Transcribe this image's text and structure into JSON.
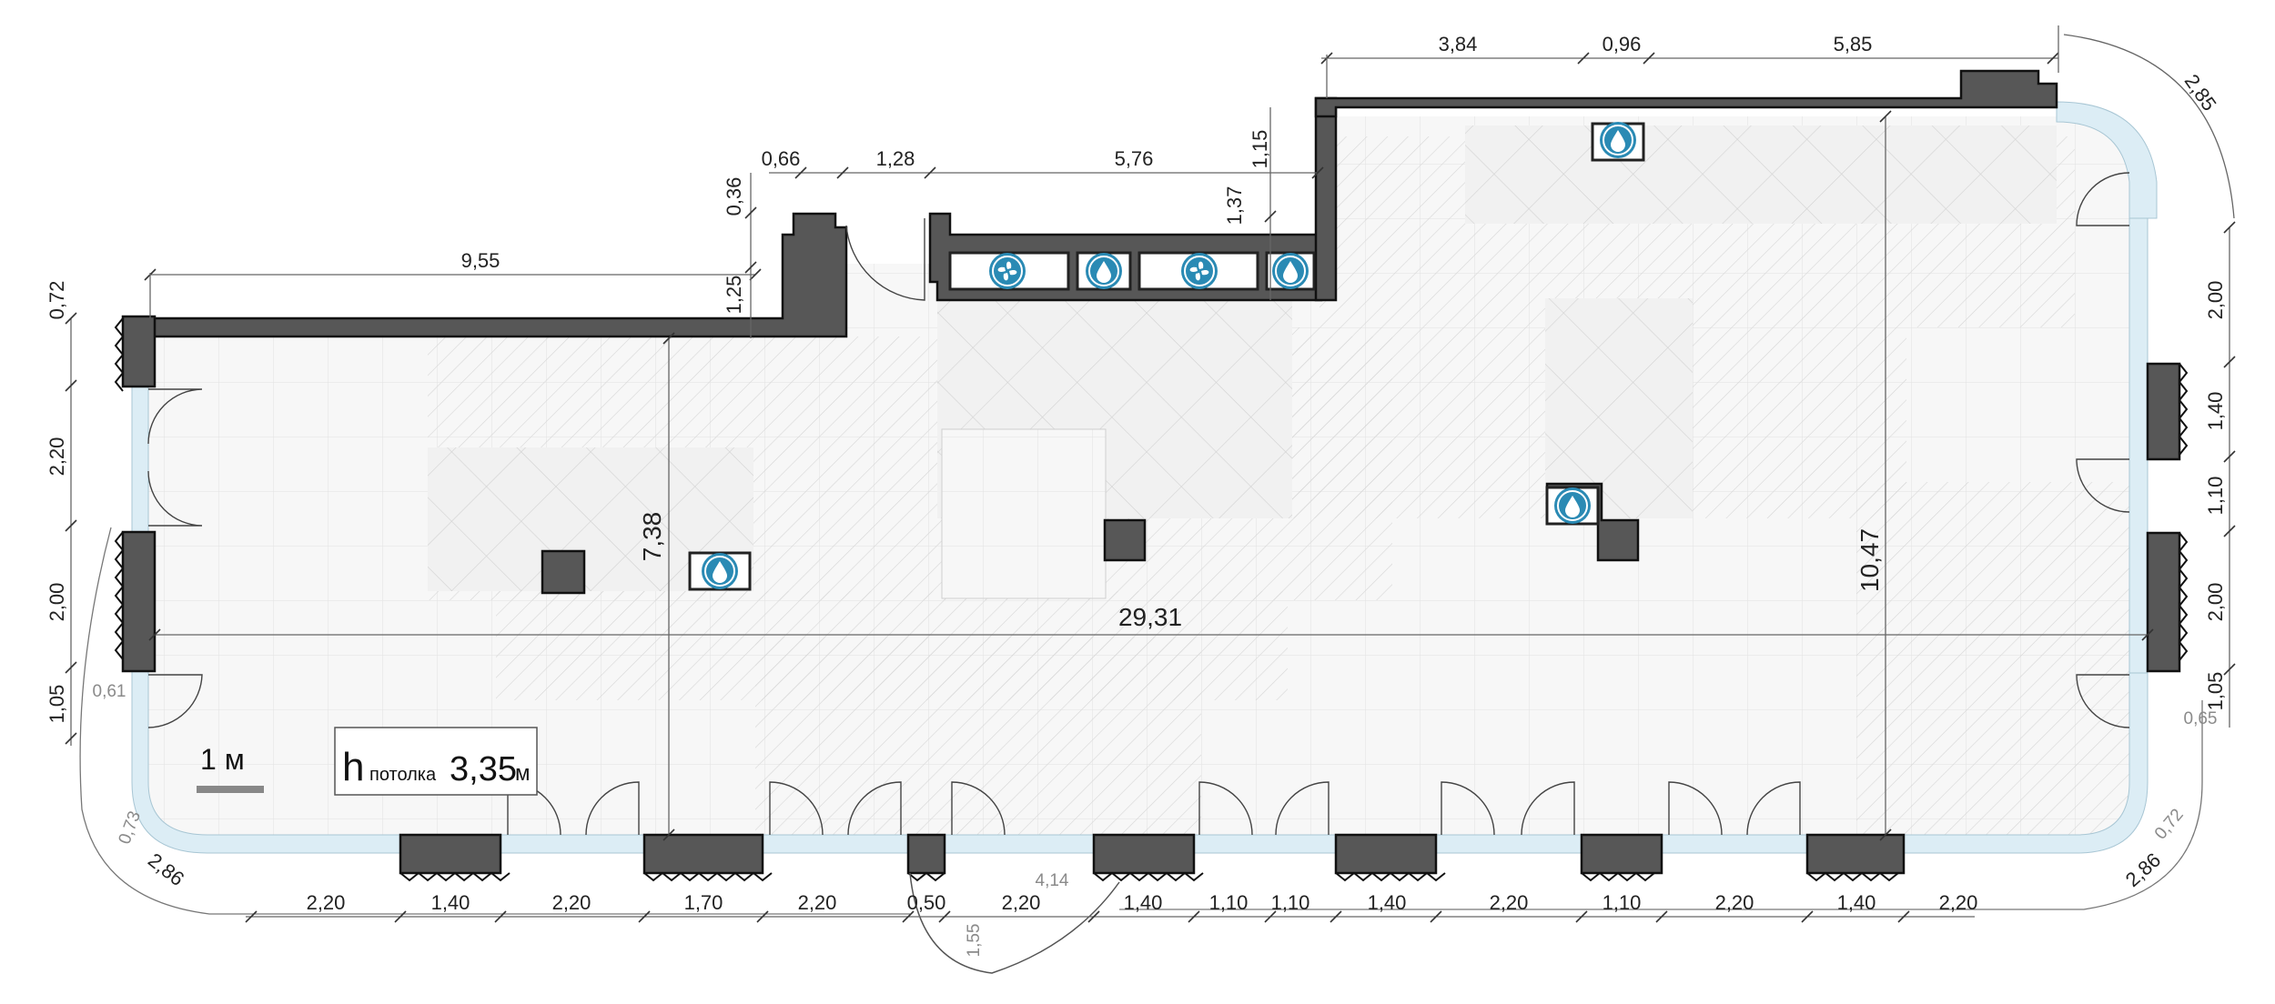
{
  "scale_bar": {
    "label": "1 м"
  },
  "ceiling_height": {
    "symbol": "h",
    "caption": "потолка",
    "value": "3,35",
    "unit": "м"
  },
  "icons": {
    "water": "water-drop-icon",
    "fan": "ventilation-fan-icon"
  },
  "colors": {
    "wall": "#575757",
    "glazing": "#dcedf5",
    "icon": "#2a8ab4"
  },
  "dimensions": {
    "top": [
      "9,55",
      "0,66",
      "1,28",
      "5,76",
      "3,84",
      "0,96",
      "5,85",
      "2,85"
    ],
    "wall_vertical": [
      "0,36",
      "1,25",
      "1,37",
      "1,15"
    ],
    "left": [
      "0,72",
      "2,20",
      "2,00",
      "1,05"
    ],
    "right": [
      "2,00",
      "1,40",
      "1,10",
      "2,00",
      "1,05"
    ],
    "bottom": [
      "2,20",
      "1,40",
      "2,20",
      "1,70",
      "2,20",
      "0,50",
      "2,20",
      "1,40",
      "1,10",
      "1,10",
      "1,40",
      "2,20",
      "1,10",
      "2,20",
      "1,40",
      "2,20"
    ],
    "interior": {
      "length": "29,31",
      "depth_left": "7,38",
      "depth_right": "10,47"
    },
    "secondary": [
      "0,61",
      "0,65",
      "0,73",
      "0,72",
      "2,86",
      "2,86",
      "4,14",
      "1,55"
    ]
  }
}
